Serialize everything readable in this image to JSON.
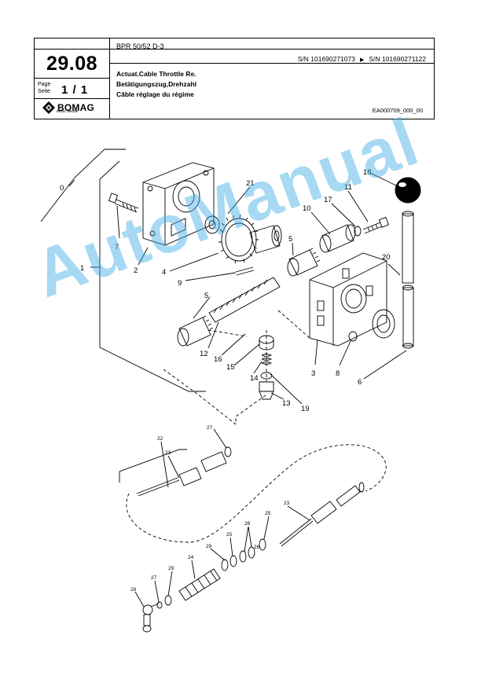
{
  "header": {
    "page_number": "29.08",
    "page_label_1": "Page",
    "page_label_2": "Seite",
    "page_count": "1 / 1",
    "model": "BPR 50/52 D-3",
    "serial_from": "S/N 101690271073",
    "serial_arrow": "▶",
    "serial_to": "S/N 101690271122",
    "title_en": "Actuat.Cable Throttle Re.",
    "title_de": "Betätigungszug,Drehzahl",
    "title_fr": "Câble réglage du régime",
    "doc_code": "EA000709_000_00"
  },
  "logo": {
    "name": "BOMAG",
    "sub": "FAYAT GROUP",
    "icon": "bomag-diamond-logo-icon"
  },
  "watermark": "AutoManual",
  "callouts_upper": [
    "0",
    "1",
    "2",
    "3",
    "4",
    "5",
    "5",
    "6",
    "7",
    "8",
    "9",
    "10",
    "11",
    "12",
    "13",
    "14",
    "15",
    "16",
    "17",
    "18",
    "19",
    "20",
    "21"
  ],
  "callouts_lower": [
    "22",
    "23",
    "23",
    "24",
    "25",
    "25",
    "26",
    "26",
    "27",
    "27",
    "28",
    "29",
    "29"
  ],
  "colors": {
    "line": "#000000",
    "watermark": "#3caae6"
  }
}
